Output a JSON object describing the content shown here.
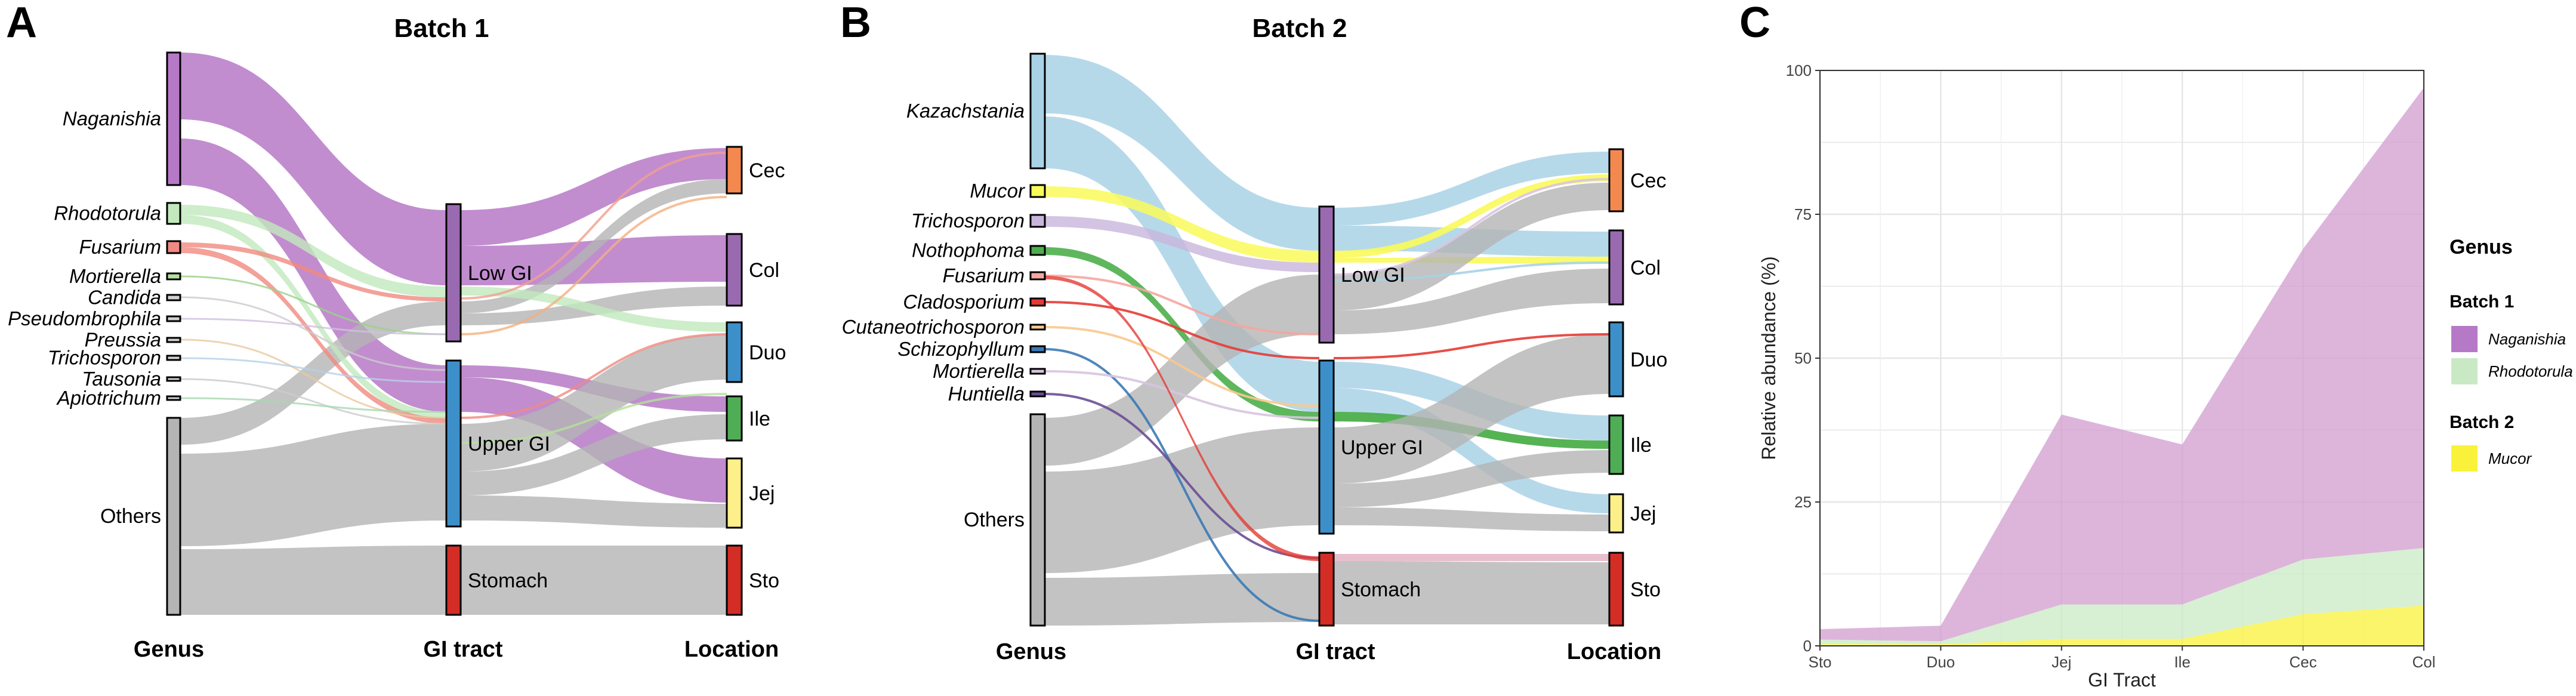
{
  "panels": {
    "a": "A",
    "b": "B",
    "c": "C"
  },
  "chart_data": [
    {
      "type": "sankey",
      "title": "Batch 1",
      "axis_labels": [
        "Genus",
        "GI tract",
        "Location"
      ],
      "nodes": {
        "genus": [
          "Naganishia",
          "Rhodotorula",
          "Fusarium",
          "Mortierella",
          "Candida",
          "Pseudombrophila",
          "Preussia",
          "Trichosporon",
          "Tausonia",
          "Apiotrichum",
          "Others"
        ],
        "gi_tract": [
          "Low GI",
          "Upper GI",
          "Stomach"
        ],
        "location": [
          "Cec",
          "Col",
          "Duo",
          "Ile",
          "Jej",
          "Sto"
        ]
      },
      "colors": {
        "Naganishia": "#b679c7",
        "Rhodotorula": "#c2e8bd",
        "Fusarium": "#f08a80",
        "Mortierella": "#b5e09c",
        "Others": "#b4b4b4",
        "Cec": "#f4894f",
        "Col": "#9a6ab0",
        "Duo": "#3d8fc9",
        "Ile": "#4fae55",
        "Jej": "#fdf08a",
        "Sto": "#d42d26"
      }
    },
    {
      "type": "sankey",
      "title": "Batch 2",
      "axis_labels": [
        "Genus",
        "GI tract",
        "Location"
      ],
      "nodes": {
        "genus": [
          "Kazachstania",
          "Mucor",
          "Trichosporon",
          "Nothophoma",
          "Fusarium",
          "Cladosporium",
          "Cutaneotrichosporon",
          "Schizophyllum",
          "Mortierella",
          "Huntiella",
          "Others"
        ],
        "gi_tract": [
          "Low GI",
          "Upper GI",
          "Stomach"
        ],
        "location": [
          "Cec",
          "Col",
          "Duo",
          "Ile",
          "Jej",
          "Sto"
        ]
      },
      "colors": {
        "Kazachstania": "#a9d2e6",
        "Mucor": "#fafa5a",
        "Trichosporon": "#c9b5dc",
        "Nothophoma": "#4caf4b",
        "Fusarium": "#f5a6a0",
        "Cladosporium": "#e53b35",
        "Cutaneotrichosporon": "#f8c98e",
        "Schizophyllum": "#3b7ab5",
        "Mortierella": "#d8c4e0",
        "Huntiella": "#6a4e96",
        "Others": "#b4b4b4"
      }
    },
    {
      "type": "area",
      "x": [
        "Sto",
        "Duo",
        "Jej",
        "Ile",
        "Cec",
        "Col"
      ],
      "xlabel": "GI Tract",
      "ylabel": "Relative abundance (%)",
      "ylim": [
        0,
        100
      ],
      "yticks": [
        "0",
        "25",
        "50",
        "75",
        "100"
      ],
      "grid": true,
      "stacked": true,
      "series": [
        {
          "name": "Mucor",
          "group": "Batch 2",
          "color": "#faf23a",
          "values": [
            0.3,
            0.3,
            1.2,
            1.2,
            5.5,
            7.0
          ]
        },
        {
          "name": "Rhodotorula",
          "group": "Batch 1",
          "color": "#c9e9c4",
          "values": [
            0.8,
            0.5,
            6.0,
            6.0,
            9.5,
            10.0
          ]
        },
        {
          "name": "Naganishia",
          "group": "Batch 1",
          "color": "#d19ccf",
          "values": [
            1.8,
            2.7,
            33.0,
            27.8,
            54.0,
            80.0
          ]
        }
      ],
      "legend": {
        "title": "Genus",
        "position": "right",
        "groups": [
          {
            "title": "Batch 1",
            "items": [
              "Naganishia",
              "Rhodotorula"
            ]
          },
          {
            "title": "Batch 2",
            "items": [
              "Mucor"
            ]
          }
        ]
      }
    }
  ]
}
